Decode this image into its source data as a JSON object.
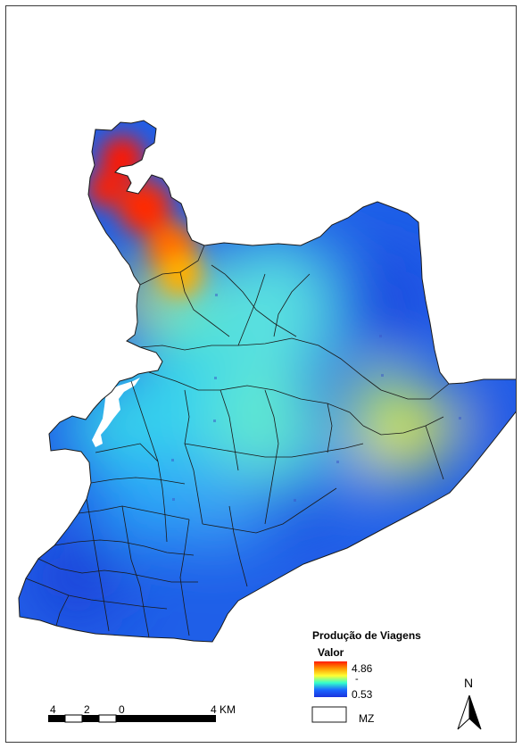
{
  "legend": {
    "title": "Produção de Viagens",
    "subtitle": "Valor",
    "max_label": "4.86",
    "separator": "-",
    "min_label": "0.53",
    "boundary_label": "MZ",
    "value_range": [
      0.53,
      4.86
    ],
    "gradient_colors": [
      "#ff1a00",
      "#ff9900",
      "#ffff33",
      "#33ffcc",
      "#1a66ff",
      "#1a33dd"
    ]
  },
  "scale_bar": {
    "ticks": [
      "4",
      "2",
      "0",
      "4 KM"
    ]
  },
  "north_arrow": {
    "label": "N"
  },
  "colors": {
    "frame": "#3a3a3a",
    "boundary": "#1a1a1a",
    "water": "#ffffff"
  }
}
